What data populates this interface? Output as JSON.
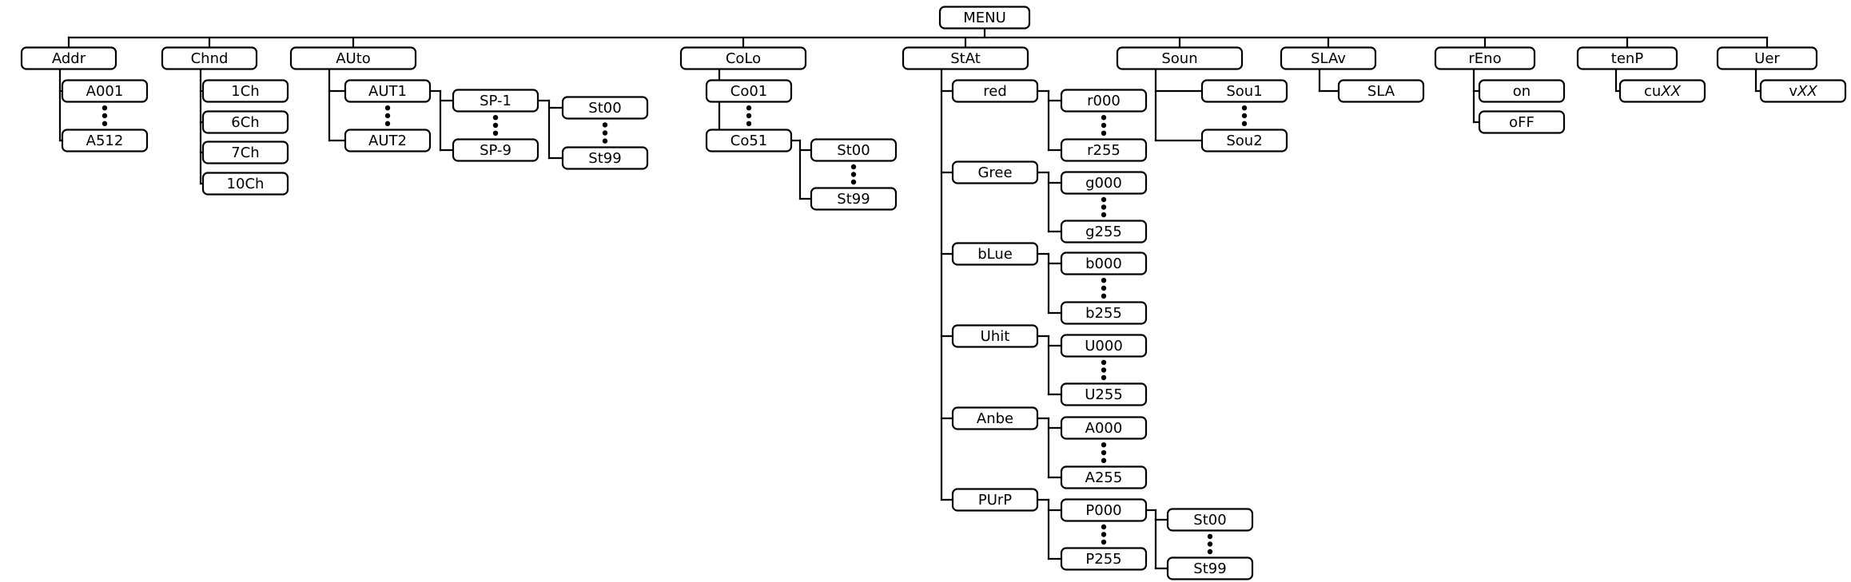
{
  "menu": {
    "root": "MENU",
    "groups": [
      {
        "id": "addr",
        "label": "Addr",
        "children": [
          {
            "id": "a001",
            "label": "A001",
            "dots_after": true
          },
          {
            "id": "a512",
            "label": "A512"
          }
        ]
      },
      {
        "id": "chnd",
        "label": "Chnd",
        "children": [
          {
            "id": "1ch",
            "label": "1Ch"
          },
          {
            "id": "6ch",
            "label": "6Ch"
          },
          {
            "id": "7ch",
            "label": "7Ch"
          },
          {
            "id": "10ch",
            "label": "10Ch"
          }
        ]
      },
      {
        "id": "auto",
        "label": "AUto",
        "children": [
          {
            "id": "aut1",
            "label": "AUT1",
            "dots_after": true,
            "children": [
              {
                "id": "sp1",
                "label": "SP-1",
                "dots_after": true,
                "children": [
                  {
                    "id": "auto-st00",
                    "label": "St00",
                    "dots_after": true
                  },
                  {
                    "id": "auto-st99",
                    "label": "St99"
                  }
                ]
              },
              {
                "id": "sp9",
                "label": "SP-9"
              }
            ]
          },
          {
            "id": "aut2",
            "label": "AUT2"
          }
        ]
      },
      {
        "id": "colo",
        "label": "CoLo",
        "children": [
          {
            "id": "co01",
            "label": "Co01",
            "dots_after": true
          },
          {
            "id": "co51",
            "label": "Co51",
            "children": [
              {
                "id": "colo-st00",
                "label": "St00",
                "dots_after": true
              },
              {
                "id": "colo-st99",
                "label": "St99"
              }
            ]
          }
        ]
      },
      {
        "id": "stat",
        "label": "StAt",
        "children": [
          {
            "id": "red",
            "label": "red",
            "children": [
              {
                "id": "r000",
                "label": "r000",
                "dots_after": true
              },
              {
                "id": "r255",
                "label": "r255"
              }
            ]
          },
          {
            "id": "gree",
            "label": "Gree",
            "children": [
              {
                "id": "g000",
                "label": "g000",
                "dots_after": true
              },
              {
                "id": "g255",
                "label": "g255"
              }
            ]
          },
          {
            "id": "blue",
            "label": "bLue",
            "children": [
              {
                "id": "b000",
                "label": "b000",
                "dots_after": true
              },
              {
                "id": "b255",
                "label": "b255"
              }
            ]
          },
          {
            "id": "uhit",
            "label": "Uhit",
            "children": [
              {
                "id": "u000",
                "label": "U000",
                "dots_after": true
              },
              {
                "id": "u255",
                "label": "U255"
              }
            ]
          },
          {
            "id": "anbe",
            "label": "Anbe",
            "children": [
              {
                "id": "a000",
                "label": "A000",
                "dots_after": true
              },
              {
                "id": "a255",
                "label": "A255"
              }
            ]
          },
          {
            "id": "purp",
            "label": "PUrP",
            "children": [
              {
                "id": "p000",
                "label": "P000",
                "dots_after": true,
                "children": [
                  {
                    "id": "purp-st00",
                    "label": "St00",
                    "dots_after": true
                  },
                  {
                    "id": "purp-st99",
                    "label": "St99"
                  }
                ]
              },
              {
                "id": "p255",
                "label": "P255"
              }
            ]
          }
        ]
      },
      {
        "id": "soun",
        "label": "Soun",
        "children": [
          {
            "id": "sou1",
            "label": "Sou1",
            "dots_after": true
          },
          {
            "id": "sou2",
            "label": "Sou2"
          }
        ]
      },
      {
        "id": "slav",
        "label": "SLAv",
        "children": [
          {
            "id": "sla",
            "label": "SLA"
          }
        ]
      },
      {
        "id": "reno",
        "label": "rEno",
        "children": [
          {
            "id": "on",
            "label": "on"
          },
          {
            "id": "off",
            "label": "oFF"
          }
        ]
      },
      {
        "id": "tenp",
        "label": "tenP",
        "children": [
          {
            "id": "cuxx",
            "label": "cu",
            "italic_suffix": "XX"
          }
        ]
      },
      {
        "id": "uer",
        "label": "Uer",
        "children": [
          {
            "id": "vxx",
            "label": "v",
            "italic_suffix": "XX"
          }
        ]
      }
    ]
  },
  "colors": {
    "stroke": "#000000",
    "box_fill": "#ffffff",
    "text": "#000000"
  }
}
